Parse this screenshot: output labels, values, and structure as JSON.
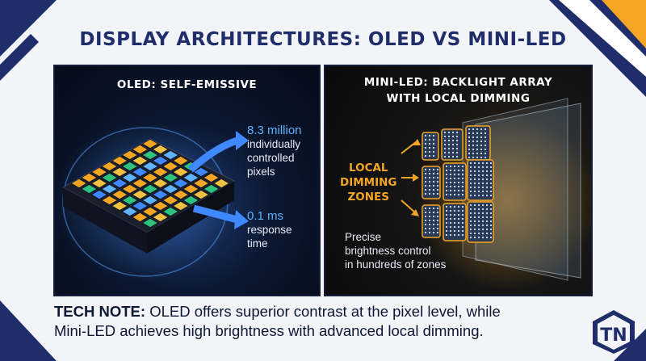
{
  "title": "DISPLAY ARCHITECTURES: OLED VS MINI-LED",
  "oled": {
    "panel_title": "OLED: SELF-EMISSIVE",
    "pixels_number": "8.3 million",
    "pixels_text": [
      "individually",
      "controlled",
      "pixels"
    ],
    "response_number": "0.1 ms",
    "response_text": [
      "response",
      "time"
    ]
  },
  "miniled": {
    "panel_title_lines": [
      "MINI-LED: BACKLIGHT ARRAY",
      "WITH LOCAL DIMMING"
    ],
    "zones_label_lines": [
      "LOCAL",
      "DIMMING",
      "ZONES"
    ],
    "precise_lines": [
      "Precise",
      "brightness control",
      "in hundreds of zones"
    ]
  },
  "tech_note": {
    "label": "TECH NOTE:",
    "text_line1": " OLED offers superior contrast at the pixel level, while",
    "text_line2": "Mini-LED achieves high brightness with advanced local dimming."
  },
  "logo": {
    "letters": "TN"
  },
  "colors": {
    "navy": "#1f2d6b",
    "accent_blue": "#5fb3ff",
    "accent_orange": "#f5a524",
    "background": "#f2f4f8"
  },
  "icons": [
    "tn-logo-icon",
    "arrow-right-icon",
    "pixel-grid-icon",
    "mini-led-backlight-icon"
  ]
}
